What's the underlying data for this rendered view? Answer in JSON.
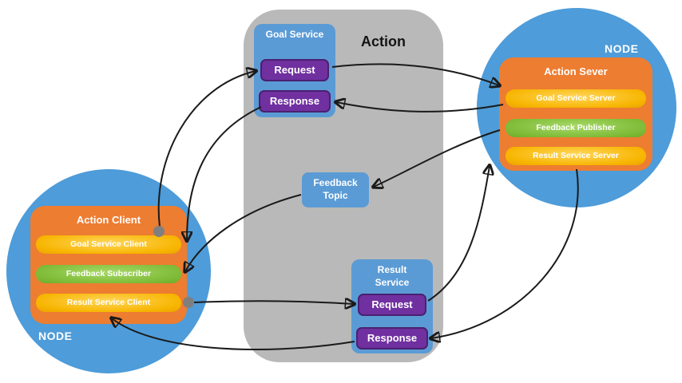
{
  "action_panel": {
    "title": "Action"
  },
  "goal_service": {
    "title": "Goal Service",
    "request_label": "Request",
    "response_label": "Response"
  },
  "feedback_topic": {
    "title": "Feedback Topic"
  },
  "result_service": {
    "title": "Result Service",
    "request_label": "Request",
    "response_label": "Response"
  },
  "client_node": {
    "node_label": "NODE",
    "title": "Action Client",
    "items": [
      {
        "label": "Goal Service Client",
        "color": "#ffc000"
      },
      {
        "label": "Feedback Subscriber",
        "color": "#8dc63f"
      },
      {
        "label": "Result Service Client",
        "color": "#ffc000"
      }
    ]
  },
  "server_node": {
    "node_label": "NODE",
    "title": "Action Sever",
    "items": [
      {
        "label": "Goal Service Server",
        "color": "#ffc000"
      },
      {
        "label": "Feedback Publisher",
        "color": "#8dc63f"
      },
      {
        "label": "Result Service Server",
        "color": "#ffc000"
      }
    ]
  },
  "colors": {
    "node_circle": "#4e9cd9",
    "action_panel": "#b9b9b9",
    "service_box": "#5b9bd5",
    "request_button": "#7030a0",
    "node_box": "#ed7d31",
    "pill_yellow": "#ffc000",
    "pill_green": "#8dc63f",
    "arrow": "#000000",
    "connector_dot": "#7f7f7f"
  }
}
